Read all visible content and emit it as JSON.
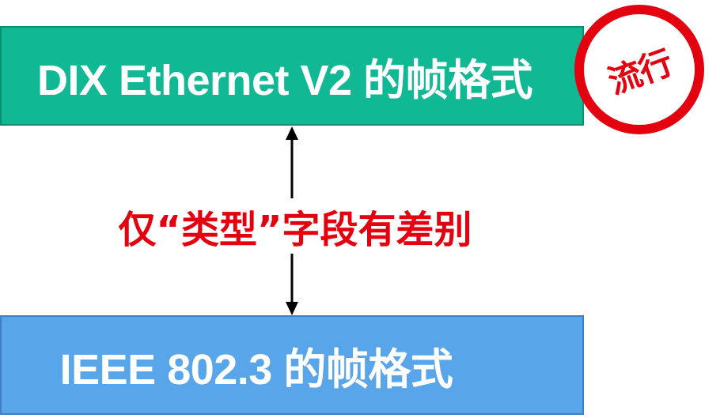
{
  "diagram": {
    "top_box": {
      "label": "DIX Ethernet V2 的帧格式"
    },
    "bottom_box": {
      "label": "IEEE 802.3 的帧格式"
    },
    "connector": {
      "label": "仅“类型”字段有差别"
    },
    "stamp": {
      "label": "流行"
    }
  },
  "colors": {
    "top_box_fill": "#10b894",
    "bottom_box_fill": "#58a5ea",
    "accent_red": "#e3000f",
    "arrow": "#000000",
    "text_white": "#ffffff"
  }
}
